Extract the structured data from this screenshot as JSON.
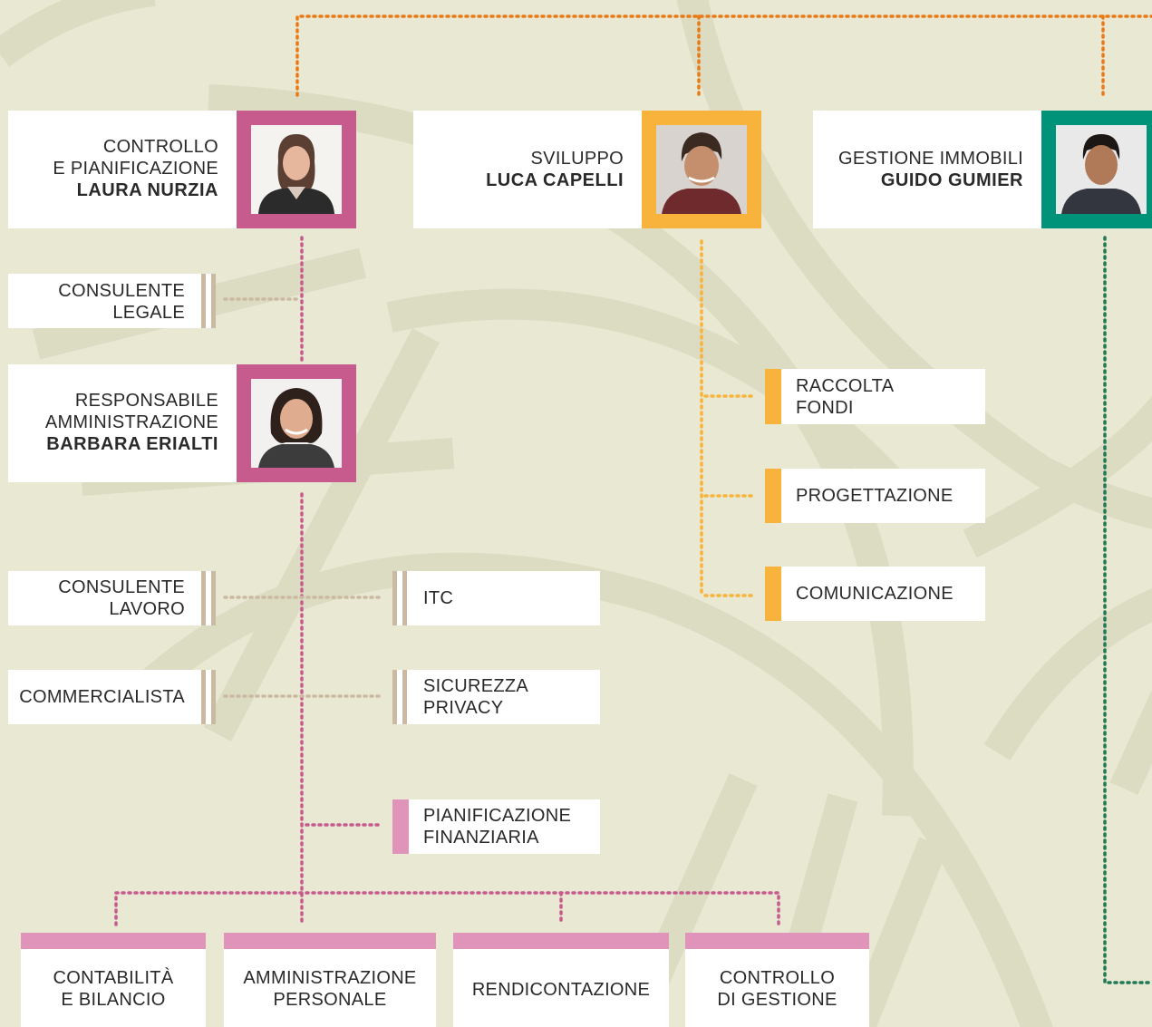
{
  "colors": {
    "background": "#e9e9d3",
    "pink": "#c75b8e",
    "light_pink": "#e094b9",
    "yellow": "#f7b33b",
    "green": "#00937a",
    "tan": "#cbb9a1",
    "orange": "#ea7a17",
    "dark_green": "#1f7a55"
  },
  "controllo": {
    "line1": "CONTROLLO",
    "line2": "E PIANIFICAZIONE",
    "name": "LAURA NURZIA",
    "photo": "photo-laura-nurzia"
  },
  "sviluppo": {
    "line1": "SVILUPPO",
    "name": "LUCA CAPELLI",
    "photo": "photo-luca-capelli"
  },
  "gestione": {
    "line1": "GESTIONE IMMOBILI",
    "name": "GUIDO GUMIER",
    "photo": "photo-guido-gumier"
  },
  "consulente_legale": {
    "line1": "CONSULENTE",
    "line2": "LEGALE"
  },
  "responsabile": {
    "line1": "RESPONSABILE",
    "line2": "AMMINISTRAZIONE",
    "name": "BARBARA ERIALTI",
    "photo": "photo-barbara-erialti"
  },
  "raccolta": {
    "line1": "RACCOLTA",
    "line2": "FONDI"
  },
  "progettazione": {
    "line1": "PROGETTAZIONE"
  },
  "comunicazione": {
    "line1": "COMUNICAZIONE"
  },
  "consulente_lavoro": {
    "line1": "CONSULENTE",
    "line2": "LAVORO"
  },
  "itc": {
    "line1": "ITC"
  },
  "commercialista": {
    "line1": "COMMERCIALISTA"
  },
  "sicurezza": {
    "line1": "SICUREZZA",
    "line2": "PRIVACY"
  },
  "pianificazione": {
    "line1": "PIANIFICAZIONE",
    "line2": "FINANZIARIA"
  },
  "bottom": [
    {
      "line1": "CONTABILITÀ",
      "line2": "E BILANCIO"
    },
    {
      "line1": "AMMINISTRAZIONE",
      "line2": "PERSONALE"
    },
    {
      "line1": "RENDICONTAZIONE"
    },
    {
      "line1": "CONTROLLO",
      "line2": "DI GESTIONE"
    }
  ]
}
